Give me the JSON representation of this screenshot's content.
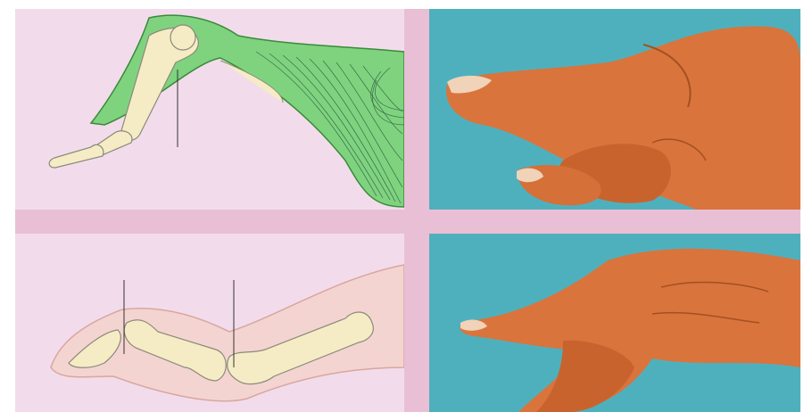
{
  "figure": {
    "panels": [
      {
        "id": "top-left",
        "content": "illustration",
        "icon": "finger-extensor-tendon-illustration"
      },
      {
        "id": "top-right",
        "content": "photograph",
        "icon": "hand-photo"
      },
      {
        "id": "bottom-left",
        "content": "illustration",
        "icon": "finger-bone-illustration"
      },
      {
        "id": "bottom-right",
        "content": "photograph",
        "icon": "hand-photo"
      }
    ]
  },
  "colors": {
    "panel_background": "#f2dceb",
    "divider_band": "#e9bfd6",
    "tendon_green": "#7fd37f",
    "bone": "#f5ecc6",
    "photo_background": "#4fb0bd",
    "skin": "#d9743d"
  }
}
